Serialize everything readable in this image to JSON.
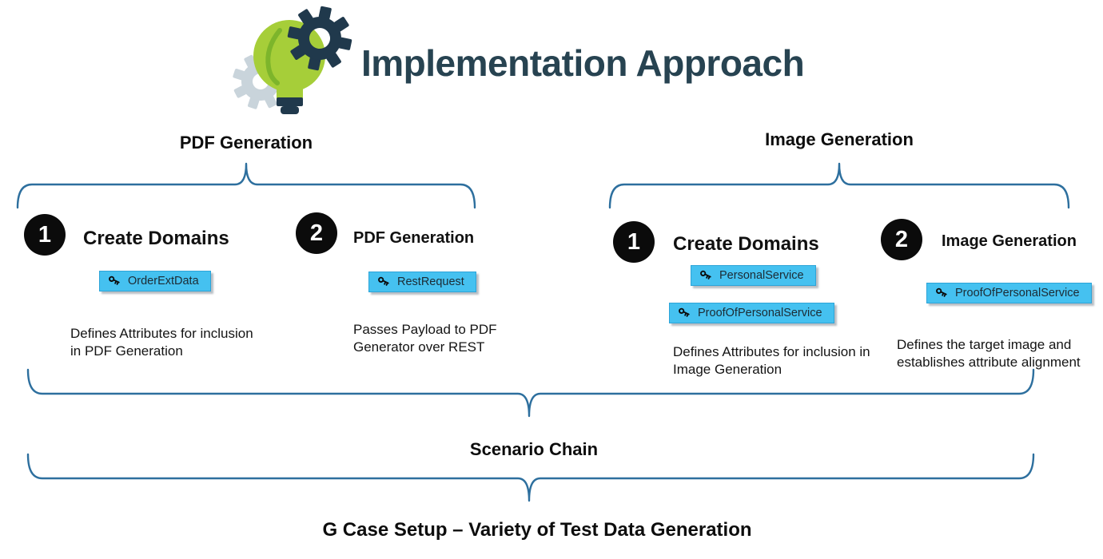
{
  "header": {
    "title": "Implementation Approach",
    "icon": "lightbulb-gears-icon"
  },
  "colors": {
    "title": "#274351",
    "brace": "#2d6f9e",
    "badge_background": "#45c1f0",
    "badge_border": "#2da4d8",
    "bulb_green": "#a6ce39",
    "gear_dark": "#20394c",
    "gear_gray": "#c9d4db",
    "step_circle": "#0b0b0b"
  },
  "sections": [
    {
      "label": "PDF Generation",
      "steps": [
        {
          "number": "1",
          "title": "Create Domains",
          "badges": [
            "OrderExtData"
          ],
          "badge_icon": "key-icon",
          "description": "Defines Attributes for inclusion in PDF Generation"
        },
        {
          "number": "2",
          "title": "PDF Generation",
          "badges": [
            "RestRequest"
          ],
          "badge_icon": "key-icon",
          "description": "Passes Payload to PDF Generator over REST"
        }
      ]
    },
    {
      "label": "Image Generation",
      "steps": [
        {
          "number": "1",
          "title": "Create Domains",
          "badges": [
            "PersonalService",
            "ProofOfPersonalService"
          ],
          "badge_icon": "key-icon",
          "description": "Defines Attributes for inclusion in Image Generation"
        },
        {
          "number": "2",
          "title": "Image Generation",
          "badges": [
            "ProofOfPersonalService"
          ],
          "badge_icon": "key-icon",
          "description": "Defines the target image and establishes attribute alignment"
        }
      ]
    }
  ],
  "footer": {
    "scenario_chain_label": "Scenario Chain",
    "case_setup_label": "G Case Setup – Variety of Test Data Generation"
  }
}
